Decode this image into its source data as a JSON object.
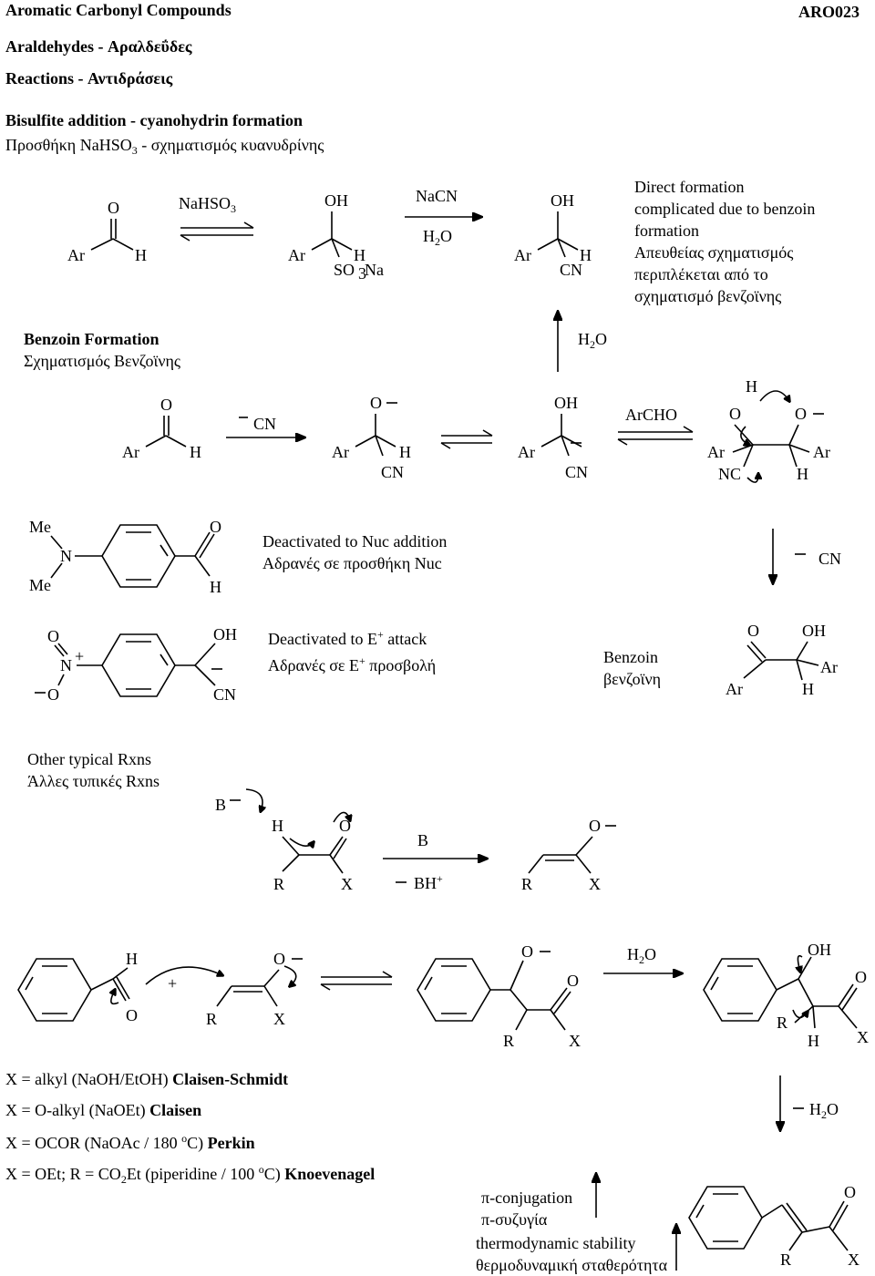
{
  "header": {
    "title": "Aromatic Carbonyl Compounds",
    "code": "ARO023",
    "subtitle_en": "Araldehydes - ",
    "subtitle_gr": "Αραλδεΰδες",
    "reactions_en": "Reactions - ",
    "reactions_gr": "Αντιδράσεις"
  },
  "section1": {
    "title_en": "Bisulfite addition - cyanohydrin formation",
    "title_gr_a": "Προσθήκη NaHSO",
    "title_gr_sub": "3",
    "title_gr_b": " - σχηματισμός κυανυδρίνης",
    "reagent1_a": "NaHSO",
    "reagent1_sub": "3",
    "reagent2": "NaCN",
    "reagent3_a": "H",
    "reagent3_sub": "2",
    "reagent3_b": "O",
    "note_en_1": "Direct formation",
    "note_en_2": "complicated due to benzoin",
    "note_en_3": "formation",
    "note_gr_1": "Απευθείας σχηματισμός",
    "note_gr_2": "περιπλέκεται από το",
    "note_gr_3": "σχηματισμό βενζοϊνης"
  },
  "section2": {
    "title_en": "Benzoin Formation",
    "title_gr": "Σχηματισμός Βενζοϊνης",
    "reagent_cn": "CN",
    "reagent_archo": "ArCHO",
    "water_a": "H",
    "water_sub": "2",
    "water_b": "O"
  },
  "section3": {
    "note1_en": "Deactivated to Nuc addition",
    "note1_gr": "Αδρανές σε προσθήκη Nuc",
    "note2_en_a": "Deactivated to E",
    "note2_en_sup": "+",
    "note2_en_b": " attack",
    "note2_gr_a": "Αδρανές σε E",
    "note2_gr_sup": "+",
    "note2_gr_b": " προσβολή",
    "benzoin_en": "Benzoin",
    "benzoin_gr": "βενζοϊνη",
    "reagent_cn": "CN"
  },
  "section4": {
    "title_en": "Other typical Rxns",
    "title_gr": "Άλλες τυπικές Rxns",
    "base": "B",
    "bh_a": "BH",
    "bh_sup": "+",
    "plus": "+",
    "water_a": "H",
    "water_sub": "2",
    "water_b": "O",
    "minus_water_a": "H",
    "minus_water_sub": "2",
    "minus_water_b": "O"
  },
  "list": {
    "l1_a": "X = alkyl (NaOH/EtOH) ",
    "l1_b": "Claisen-Schmidt",
    "l2_a": "X = O-alkyl (NaOEt) ",
    "l2_b": "Claisen",
    "l3_a": "X = OCOR (NaOAc / 180 ",
    "l3_sup": "o",
    "l3_c": "C) ",
    "l3_b": "Perkin",
    "l4_a": "X = OEt; R = CO",
    "l4_sub": "2",
    "l4_c": "Et (piperidine / 100 ",
    "l4_sup": "o",
    "l4_d": "C) ",
    "l4_b": "Knoevenagel"
  },
  "bottom": {
    "pi_en": "π-conjugation",
    "pi_gr": "π-συζυγία",
    "thermo_en": "thermodynamic stability",
    "thermo_gr": "θερμοδυναμική σταθερότητα"
  }
}
